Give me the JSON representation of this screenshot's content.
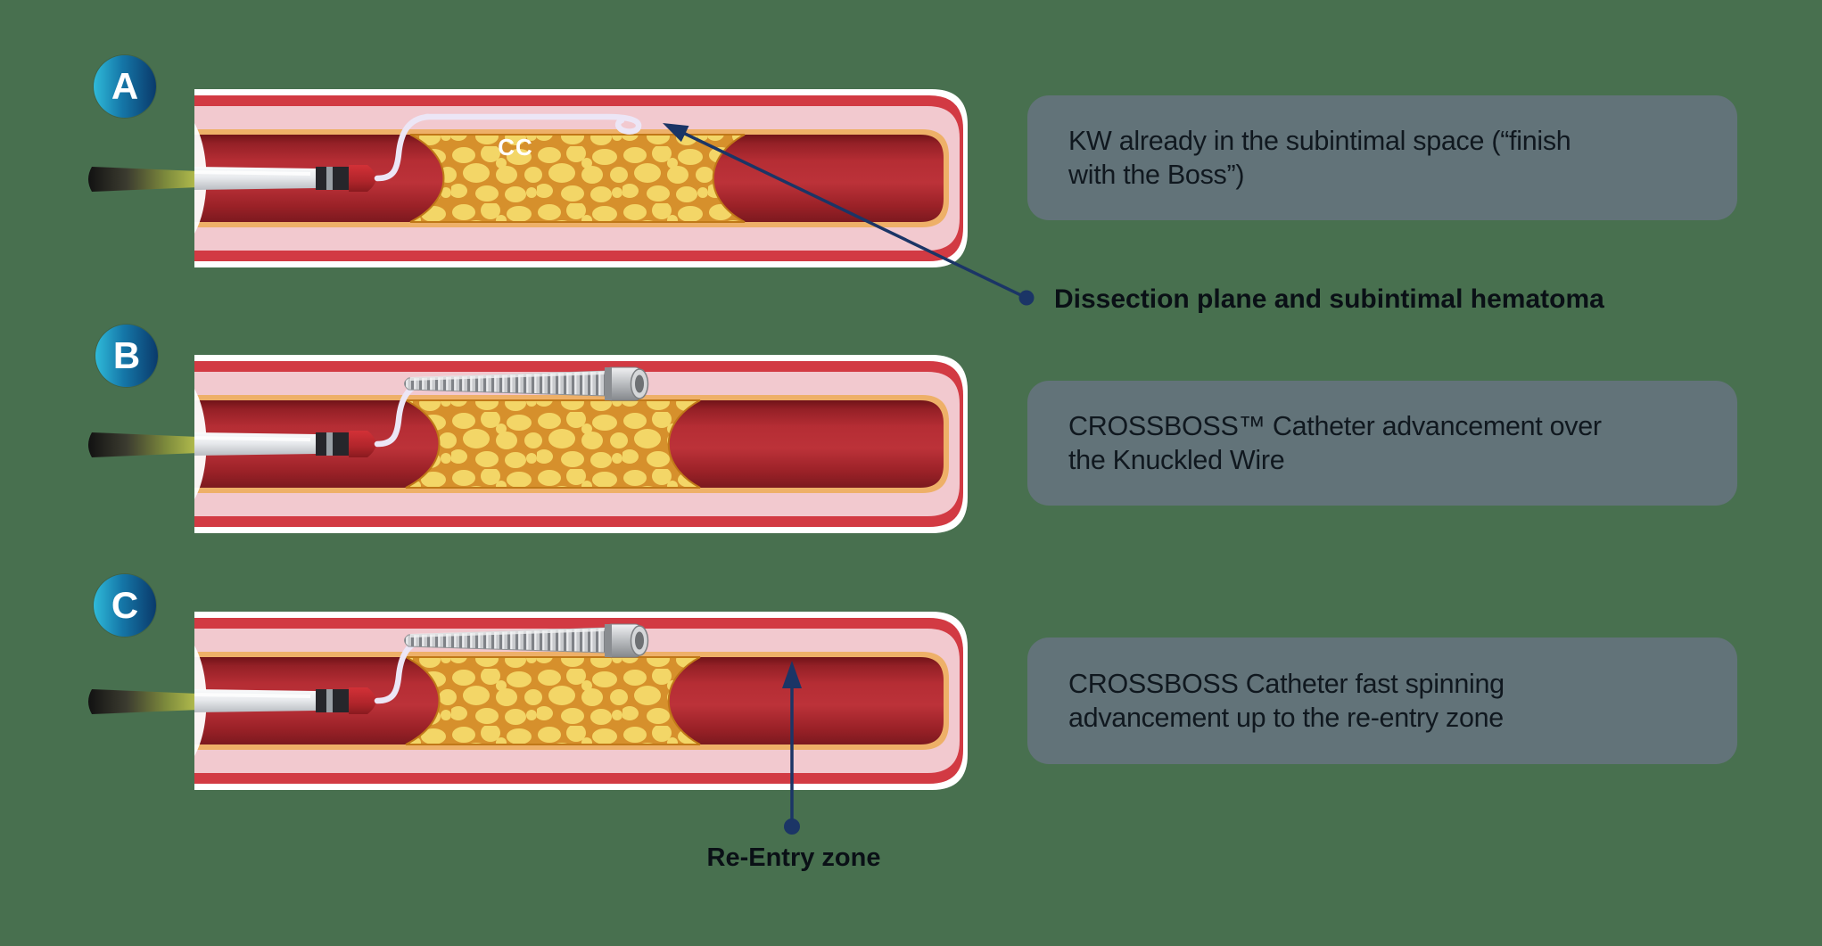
{
  "background_color": "#48704f",
  "accent_navy": "#1b3566",
  "caption_box_color": "#627379",
  "panels": [
    {
      "badge": "A",
      "caption": "KW already in the subintimal space (“finish with the Boss”)",
      "caption_lines": [
        "KW already in the subintimal space (“finish",
        "with the Boss”)"
      ],
      "cc_label": "CC"
    },
    {
      "badge": "B",
      "caption": "CROSSBOSS™ Catheter advancement over the Knuckled Wire",
      "caption_lines": [
        "CROSSBOSS™ Catheter advancement over",
        "the Knuckled Wire"
      ]
    },
    {
      "badge": "C",
      "caption": "CROSSBOSS Catheter fast spinning advancement up to the re-entry zone",
      "caption_lines": [
        "CROSSBOSS Catheter fast spinning",
        "advancement up to the re-entry zone"
      ]
    }
  ],
  "annotations": [
    {
      "label": "Dissection plane and subintimal hematoma"
    },
    {
      "label": "Re-Entry zone"
    }
  ]
}
